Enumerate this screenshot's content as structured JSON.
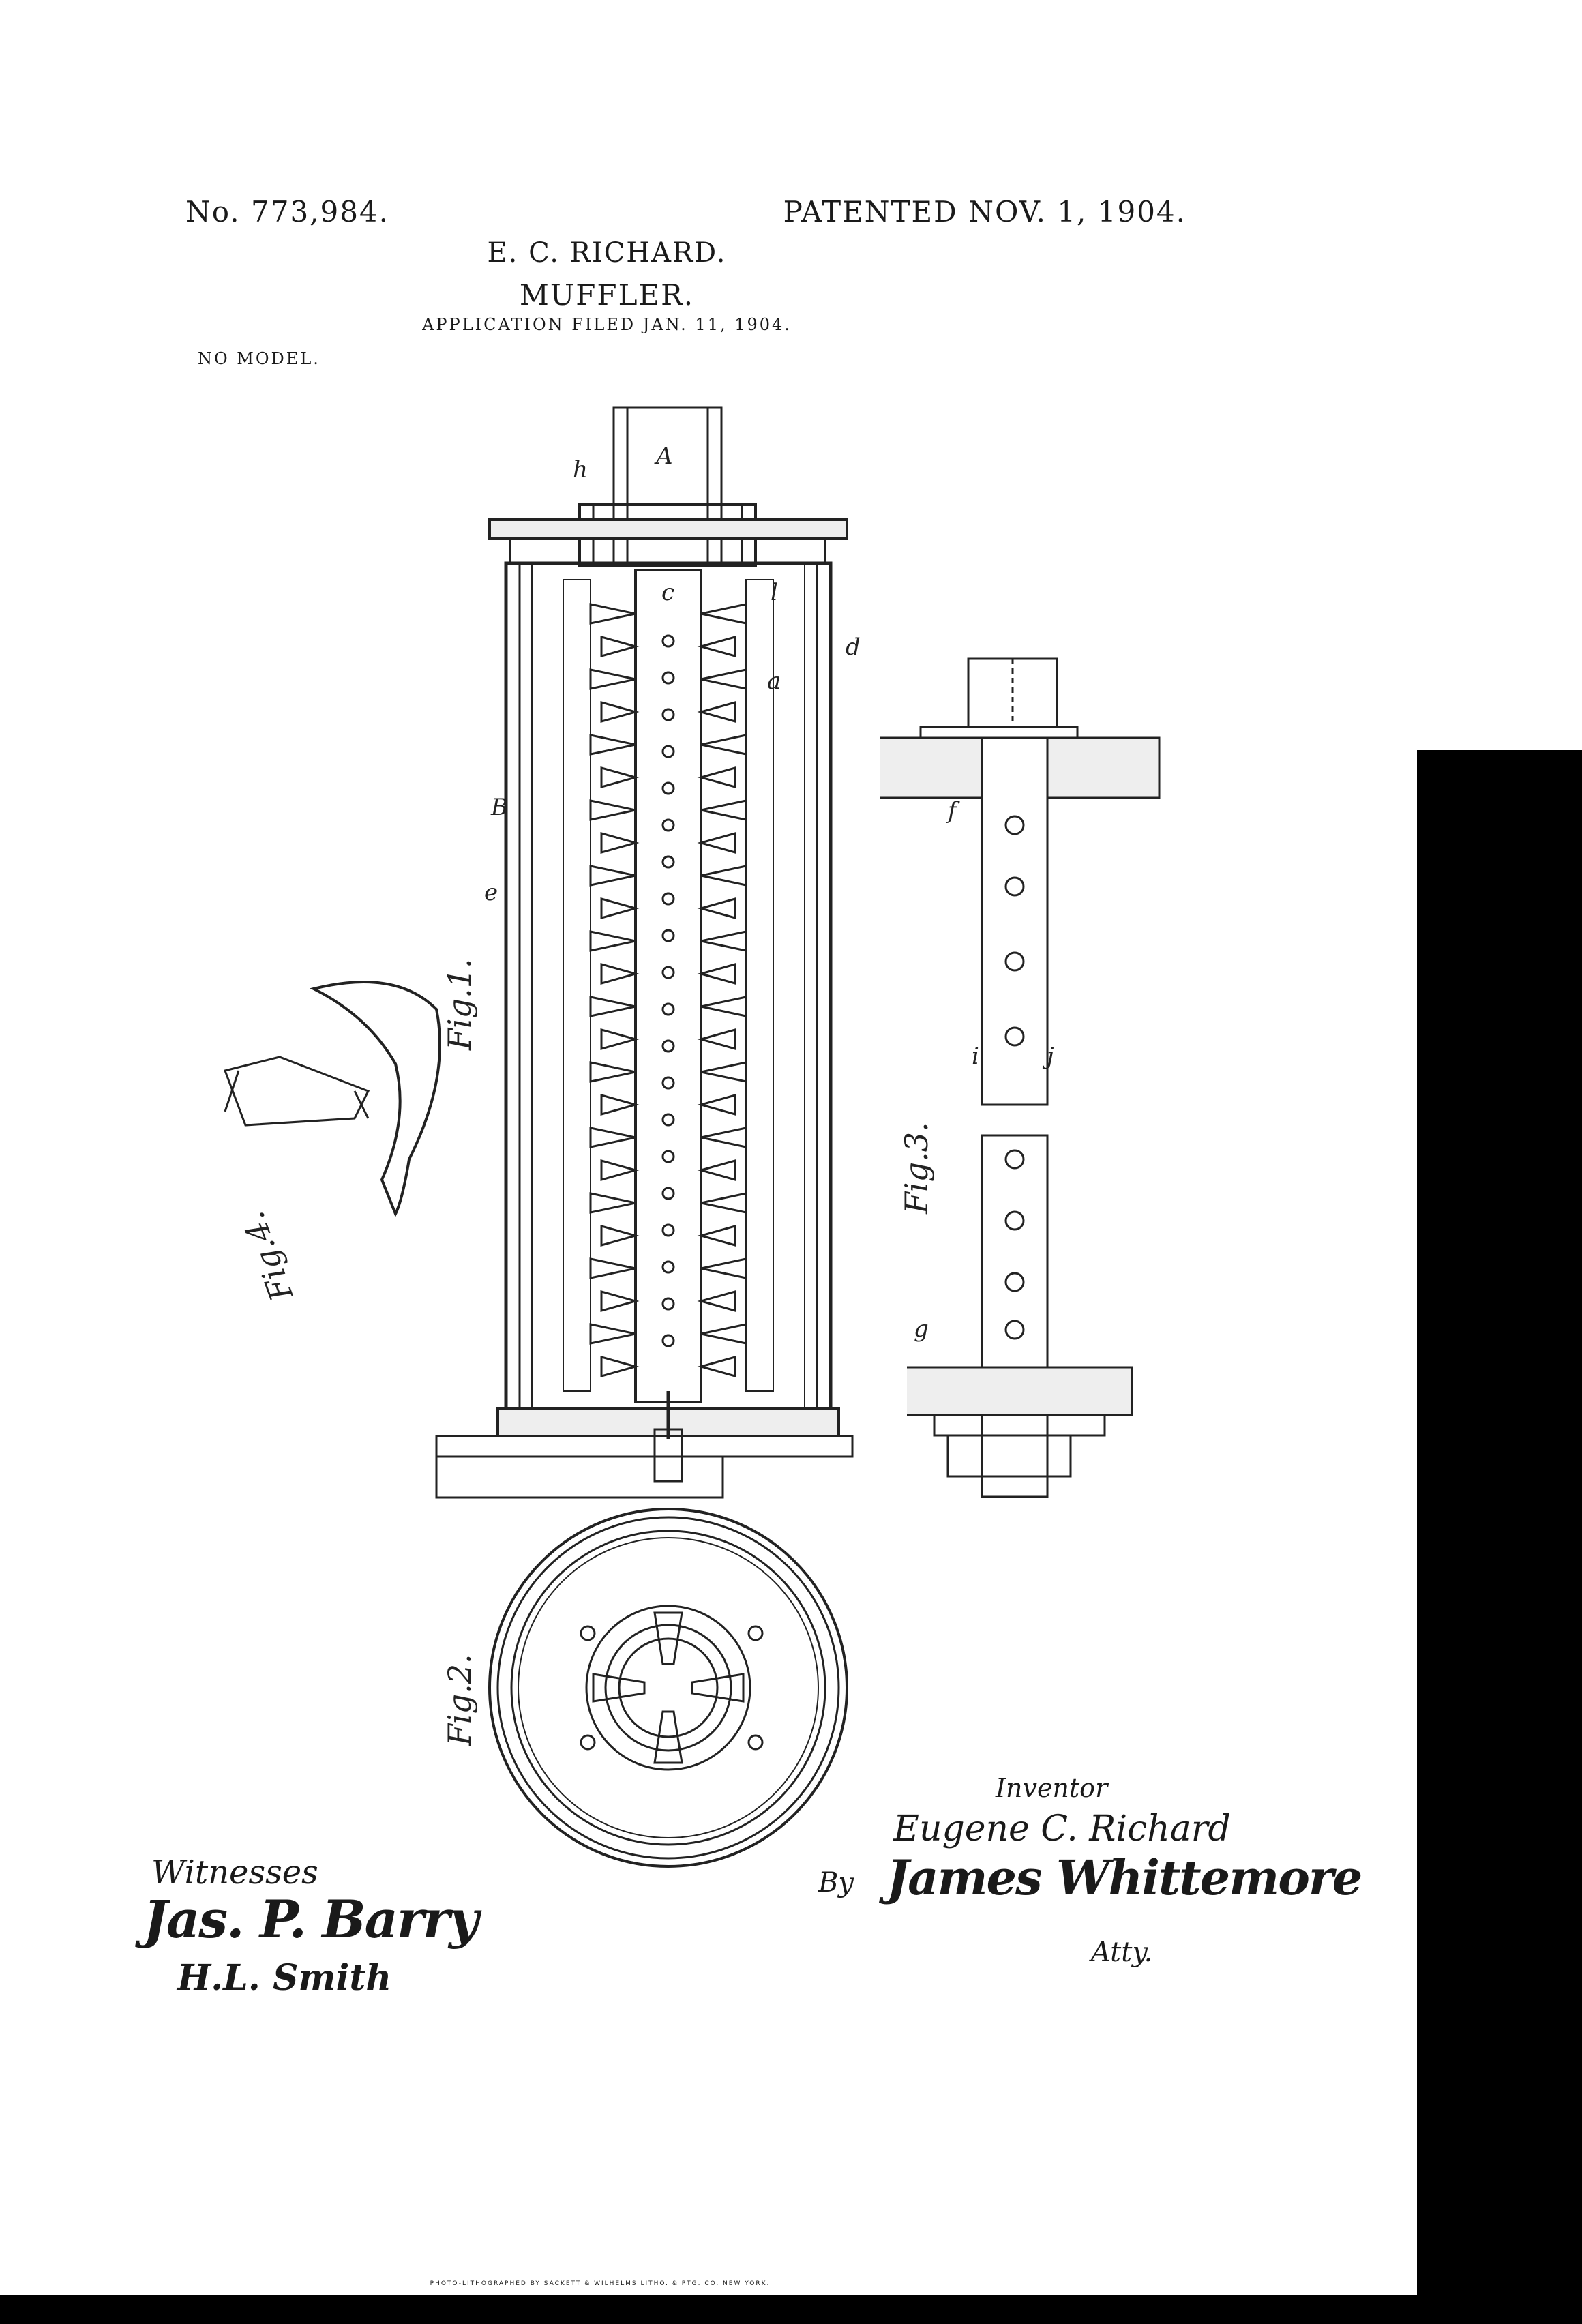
{
  "header": {
    "patent_number": "No. 773,984.",
    "patent_date": "PATENTED NOV. 1, 1904.",
    "inventor_name": "E. C. RICHARD.",
    "title": "MUFFLER.",
    "application_filed": "APPLICATION FILED JAN. 11, 1904.",
    "no_model": "NO MODEL."
  },
  "figures": {
    "fig1": "Fig.1.",
    "fig2": "Fig.2.",
    "fig3": "Fig.3.",
    "fig4": "Fig.4."
  },
  "reference_letters": {
    "A": "A",
    "B": "B",
    "c": "c",
    "d": "d",
    "a": "a",
    "e": "e",
    "f": "f",
    "g": "g",
    "h": "h",
    "i": "i",
    "j": "j",
    "l": "l"
  },
  "signatures": {
    "inventor_label": "Inventor",
    "inventor_name": "Eugene C. Richard",
    "by_label": "By",
    "attorney_name": "James Whittemore",
    "attorney_label": "Atty.",
    "witnesses_label": "Witnesses",
    "witness_1": "Jas. P. Barry",
    "witness_2": "H.L. Smith"
  },
  "footer": {
    "printer": "PHOTO-LITHOGRAPHED BY SACKETT & WILHELMS LITHO. & PTG. CO. NEW YORK."
  }
}
